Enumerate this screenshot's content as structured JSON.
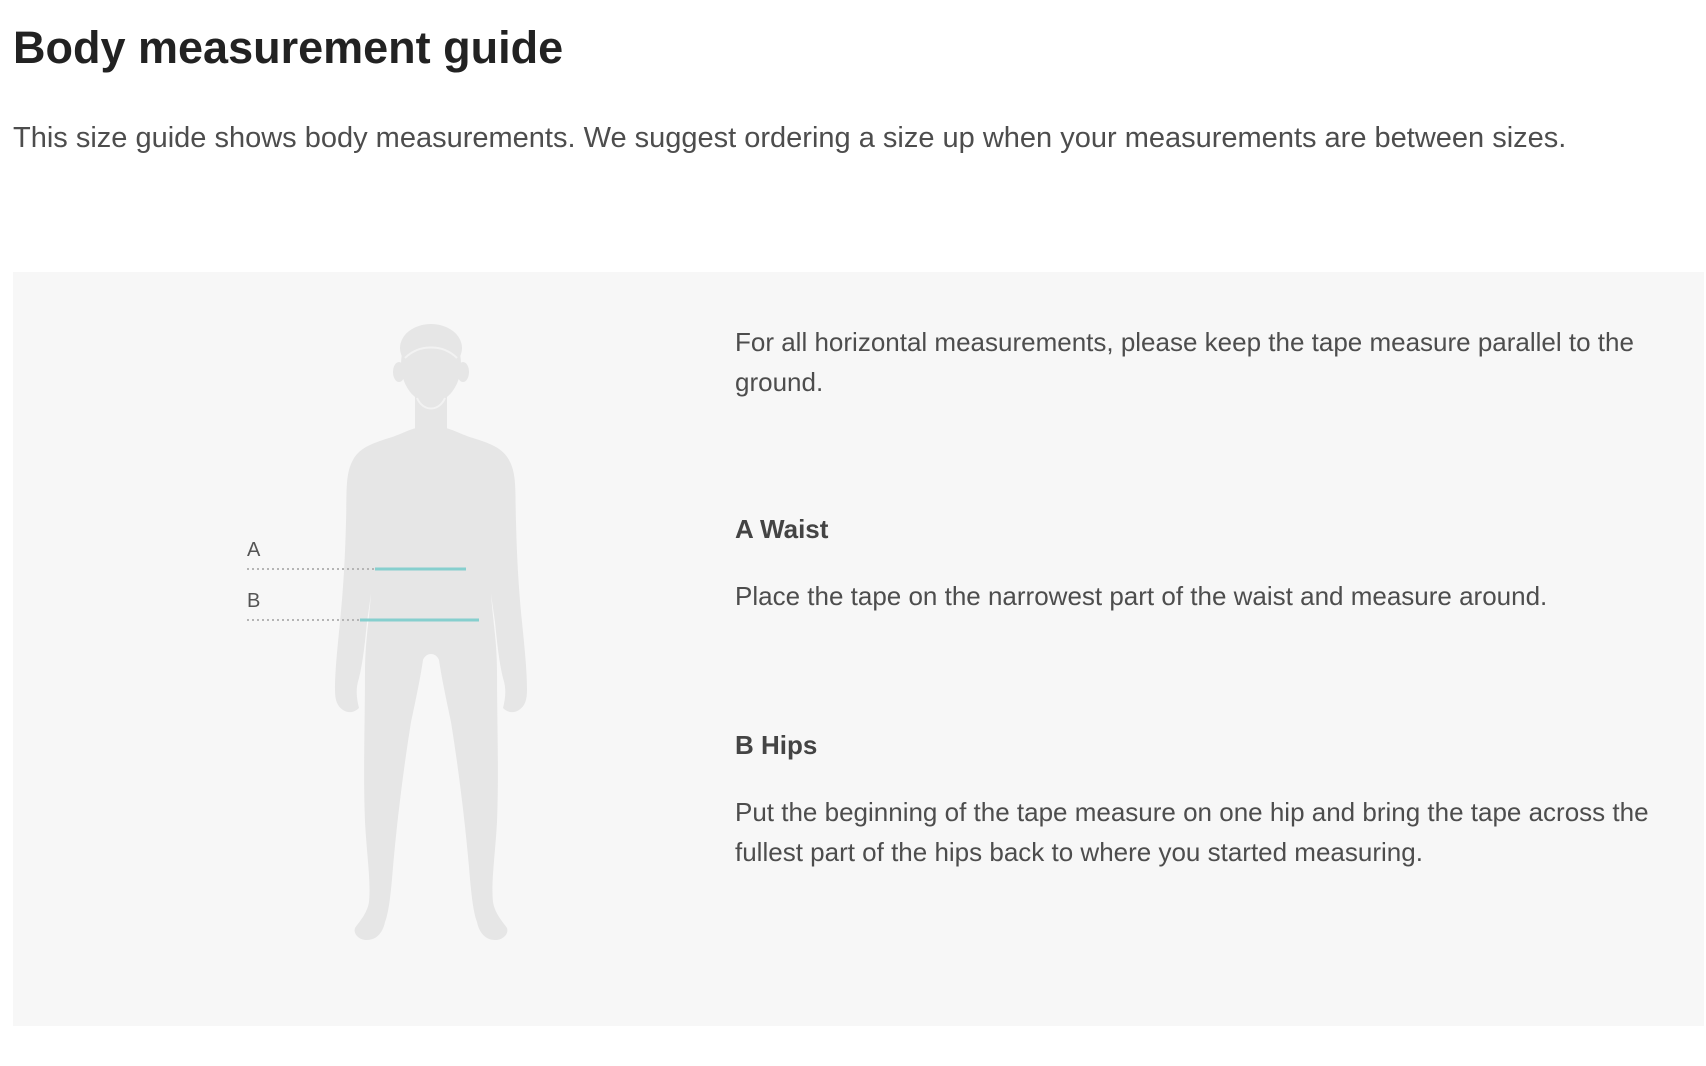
{
  "header": {
    "title": "Body measurement guide",
    "intro": "This size guide shows body measurements. We suggest ordering a size up when your measurements are between sizes."
  },
  "guide": {
    "note": "For all horizontal measurements, please keep the tape measure parallel to the ground.",
    "markers": [
      {
        "letter": "A"
      },
      {
        "letter": "B"
      }
    ],
    "sections": [
      {
        "heading": "A Waist",
        "body": "Place the tape on the narrowest part of the waist and measure around."
      },
      {
        "heading": "B Hips",
        "body": "Put the beginning of the tape measure on one hip and bring the tape across the fullest part of the hips back to where you started measuring."
      }
    ]
  },
  "colors": {
    "panel_background": "#f7f7f7",
    "silhouette": "#e6e6e6",
    "tape_line": "#86cfce",
    "guide_dots": "#b5b5b5"
  }
}
